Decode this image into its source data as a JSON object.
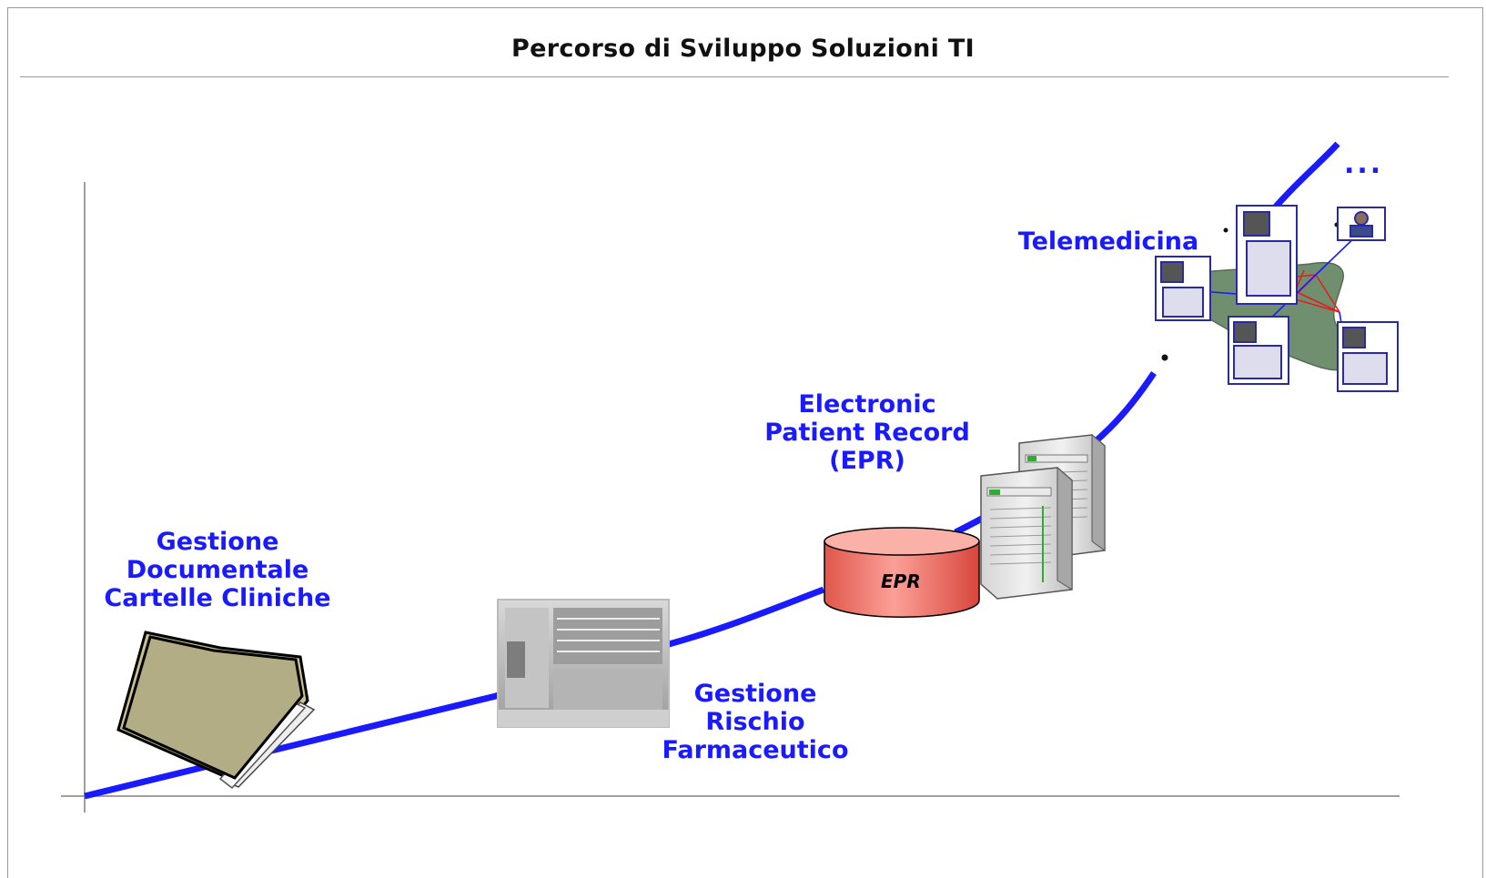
{
  "title": "Percorso di Sviluppo Soluzioni TI",
  "stages": [
    {
      "label_lines": [
        "Gestione",
        "Documentale",
        "Cartelle Cliniche"
      ],
      "icon": "folder-icon"
    },
    {
      "label_lines": [
        "Gestione",
        "Rischio",
        "Farmaceutico"
      ],
      "icon": "pharmacy-photo"
    },
    {
      "label_lines": [
        "Electronic",
        "Patient Record",
        "(EPR)"
      ],
      "icon": "database-server-icon",
      "db_label": "EPR"
    },
    {
      "label_lines": [
        "Telemedicina"
      ],
      "icon": "telemedicine-network-map"
    }
  ],
  "continuation": "...",
  "colors": {
    "path": "#1a1aff",
    "label": "#1a1aff",
    "axis": "#808080",
    "folder": "#b3ad85",
    "db_red": "#f07a6e"
  }
}
